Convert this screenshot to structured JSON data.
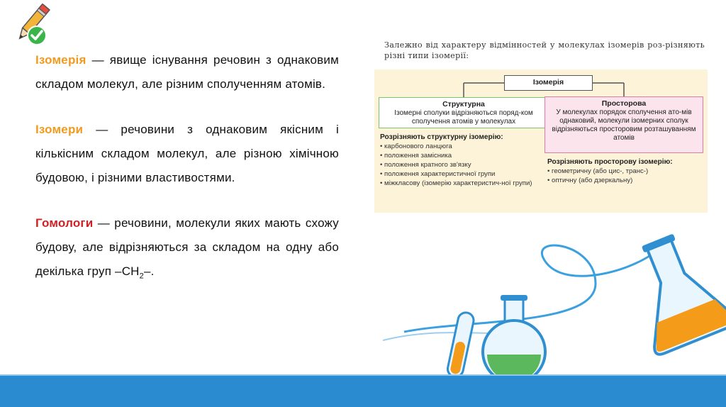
{
  "definitions": [
    {
      "term": "Ізомерія",
      "text": " — явище існування речовин з однаковим складом молекул, але різним сполученням атомів."
    },
    {
      "term": "Ізомери",
      "text": " — речовини з однаковим якісним і кількісним складом молекул, але різною хімічною будовою, і різними властивостями."
    },
    {
      "term": "Гомологи",
      "text_before": " — речовини, молекули яких мають схожу будову, але відрізняються за складом на одну або декілька груп –CH",
      "subscript": "2",
      "text_after": "–."
    }
  ],
  "textbook": {
    "caption": "Залежно від характеру відмінностей у молекулах ізомерів роз-різняють різні типи ізомерії:",
    "root": "Ізомерія",
    "structural": {
      "title": "Структурна",
      "text": "Ізомерні сполуки відрізняються поряд-ком сполучення атомів у молекулах"
    },
    "spatial": {
      "title": "Просторова",
      "text": "У молекулах порядок сполучення ато-мів однаковий, молекули ізомерних сполук відрізняються просторовим розташуванням атомів"
    },
    "structural_list": {
      "title": "Розрізняють структурну ізомерію:",
      "items": [
        "• карбонового ланцюга",
        "• положення замісника",
        "• положення кратного зв'язку",
        "• положення характеристичної групи",
        "• міжкласову (ізомерію характеристич-ної групи)"
      ]
    },
    "spatial_list": {
      "title": "Розрізняють просторову ізомерію:",
      "items": [
        "• геометричну (або цис-, транс-)",
        "• оптичну (або дзеркальну)"
      ]
    }
  },
  "colors": {
    "term_orange": "#f29a1f",
    "term_red": "#d21f26",
    "bottom_bar": "#2b8bd0",
    "panel_bg": "#fdf3d8"
  },
  "icons": [
    "pencil-check-icon",
    "test-tube-icon",
    "round-flask-icon",
    "conical-flask-icon"
  ]
}
